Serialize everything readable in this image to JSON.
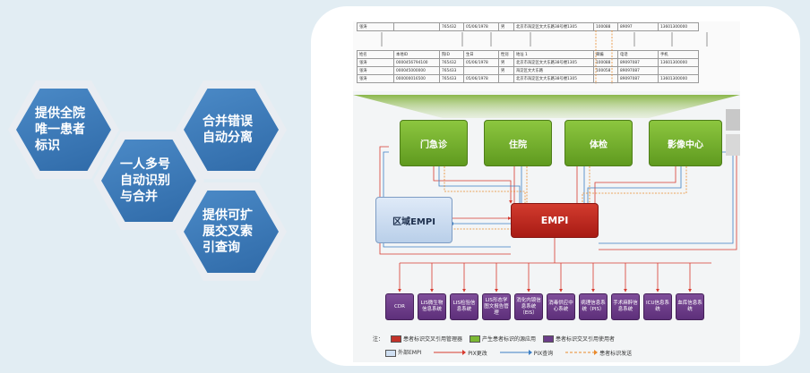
{
  "hexagons": [
    {
      "id": "full-hospital-id",
      "label": "提供全院唯一患者标识"
    },
    {
      "id": "auto-split",
      "label": "合并错误自动分离"
    },
    {
      "id": "auto-merge",
      "label": "一人多号自动识别与合并"
    },
    {
      "id": "cross-index",
      "label": "提供可扩展交叉索引查询"
    }
  ],
  "table_top": {
    "partial_row": [
      "张涛",
      "",
      "765432",
      "05/06/1978",
      "男",
      "北京市海淀区文大东路38号楼1305",
      "100088",
      "89097",
      "13601300000"
    ]
  },
  "table": {
    "headers": [
      "姓名",
      "本地ID",
      "院ID",
      "生日",
      "性别",
      "地址 1",
      "邮编",
      "电话",
      "手机"
    ],
    "rows": [
      [
        "张涛",
        "0000456794100",
        "765432",
        "05/06/1978",
        "男",
        "北京市海淀区文大东路38号楼1305",
        "100088",
        "89097087",
        "13601300000"
      ],
      [
        "张涛",
        "000045000000",
        "765433",
        "",
        "男",
        "海淀区文大东路",
        "100058",
        "89097087",
        ""
      ],
      [
        "张涛",
        "000000016500",
        "765433",
        "05/06/1978",
        "",
        "北京市海淀区文大东路38号楼1305",
        "",
        "89097087",
        "13601300000"
      ]
    ]
  },
  "nodes": {
    "outpatient": "门急诊",
    "inpatient": "住院",
    "physical": "体检",
    "imaging": "影像中心",
    "regional": "区域EMPI",
    "empi": "EMPI"
  },
  "systems": [
    "CDR",
    "LIS微生物信息系统",
    "LIS检验信息系统",
    "LIS形态学图文报告管理",
    "消化内镜信息系统（EIS）",
    "消毒供应中心系统",
    "病理信息系统（PIS）",
    "手术麻醉信息系统",
    "ICU信息系统",
    "血库信息系统"
  ],
  "legend": {
    "note": "注：",
    "items": [
      {
        "swatch": "#c2322a",
        "text": "患者标识交叉引用管理器"
      },
      {
        "swatch": "#7cb934",
        "text": "产生患者标识的源应用"
      },
      {
        "swatch": "#6b3d89",
        "text": "患者标识交叉引用使用者"
      },
      {
        "swatch": "#cfdff2",
        "text": "外部EMPI"
      }
    ],
    "lines": [
      {
        "color": "#d73a2f",
        "style": "solid",
        "text": "PIX更改"
      },
      {
        "color": "#3c7fc4",
        "style": "solid",
        "text": "PIX查询"
      },
      {
        "color": "#e98a2c",
        "style": "dashed",
        "text": "患者标识发送"
      }
    ]
  },
  "colors": {
    "hex_blue": "#3a77b8",
    "green": "#7cb934",
    "red": "#c2322a",
    "purple": "#6b3d89"
  }
}
